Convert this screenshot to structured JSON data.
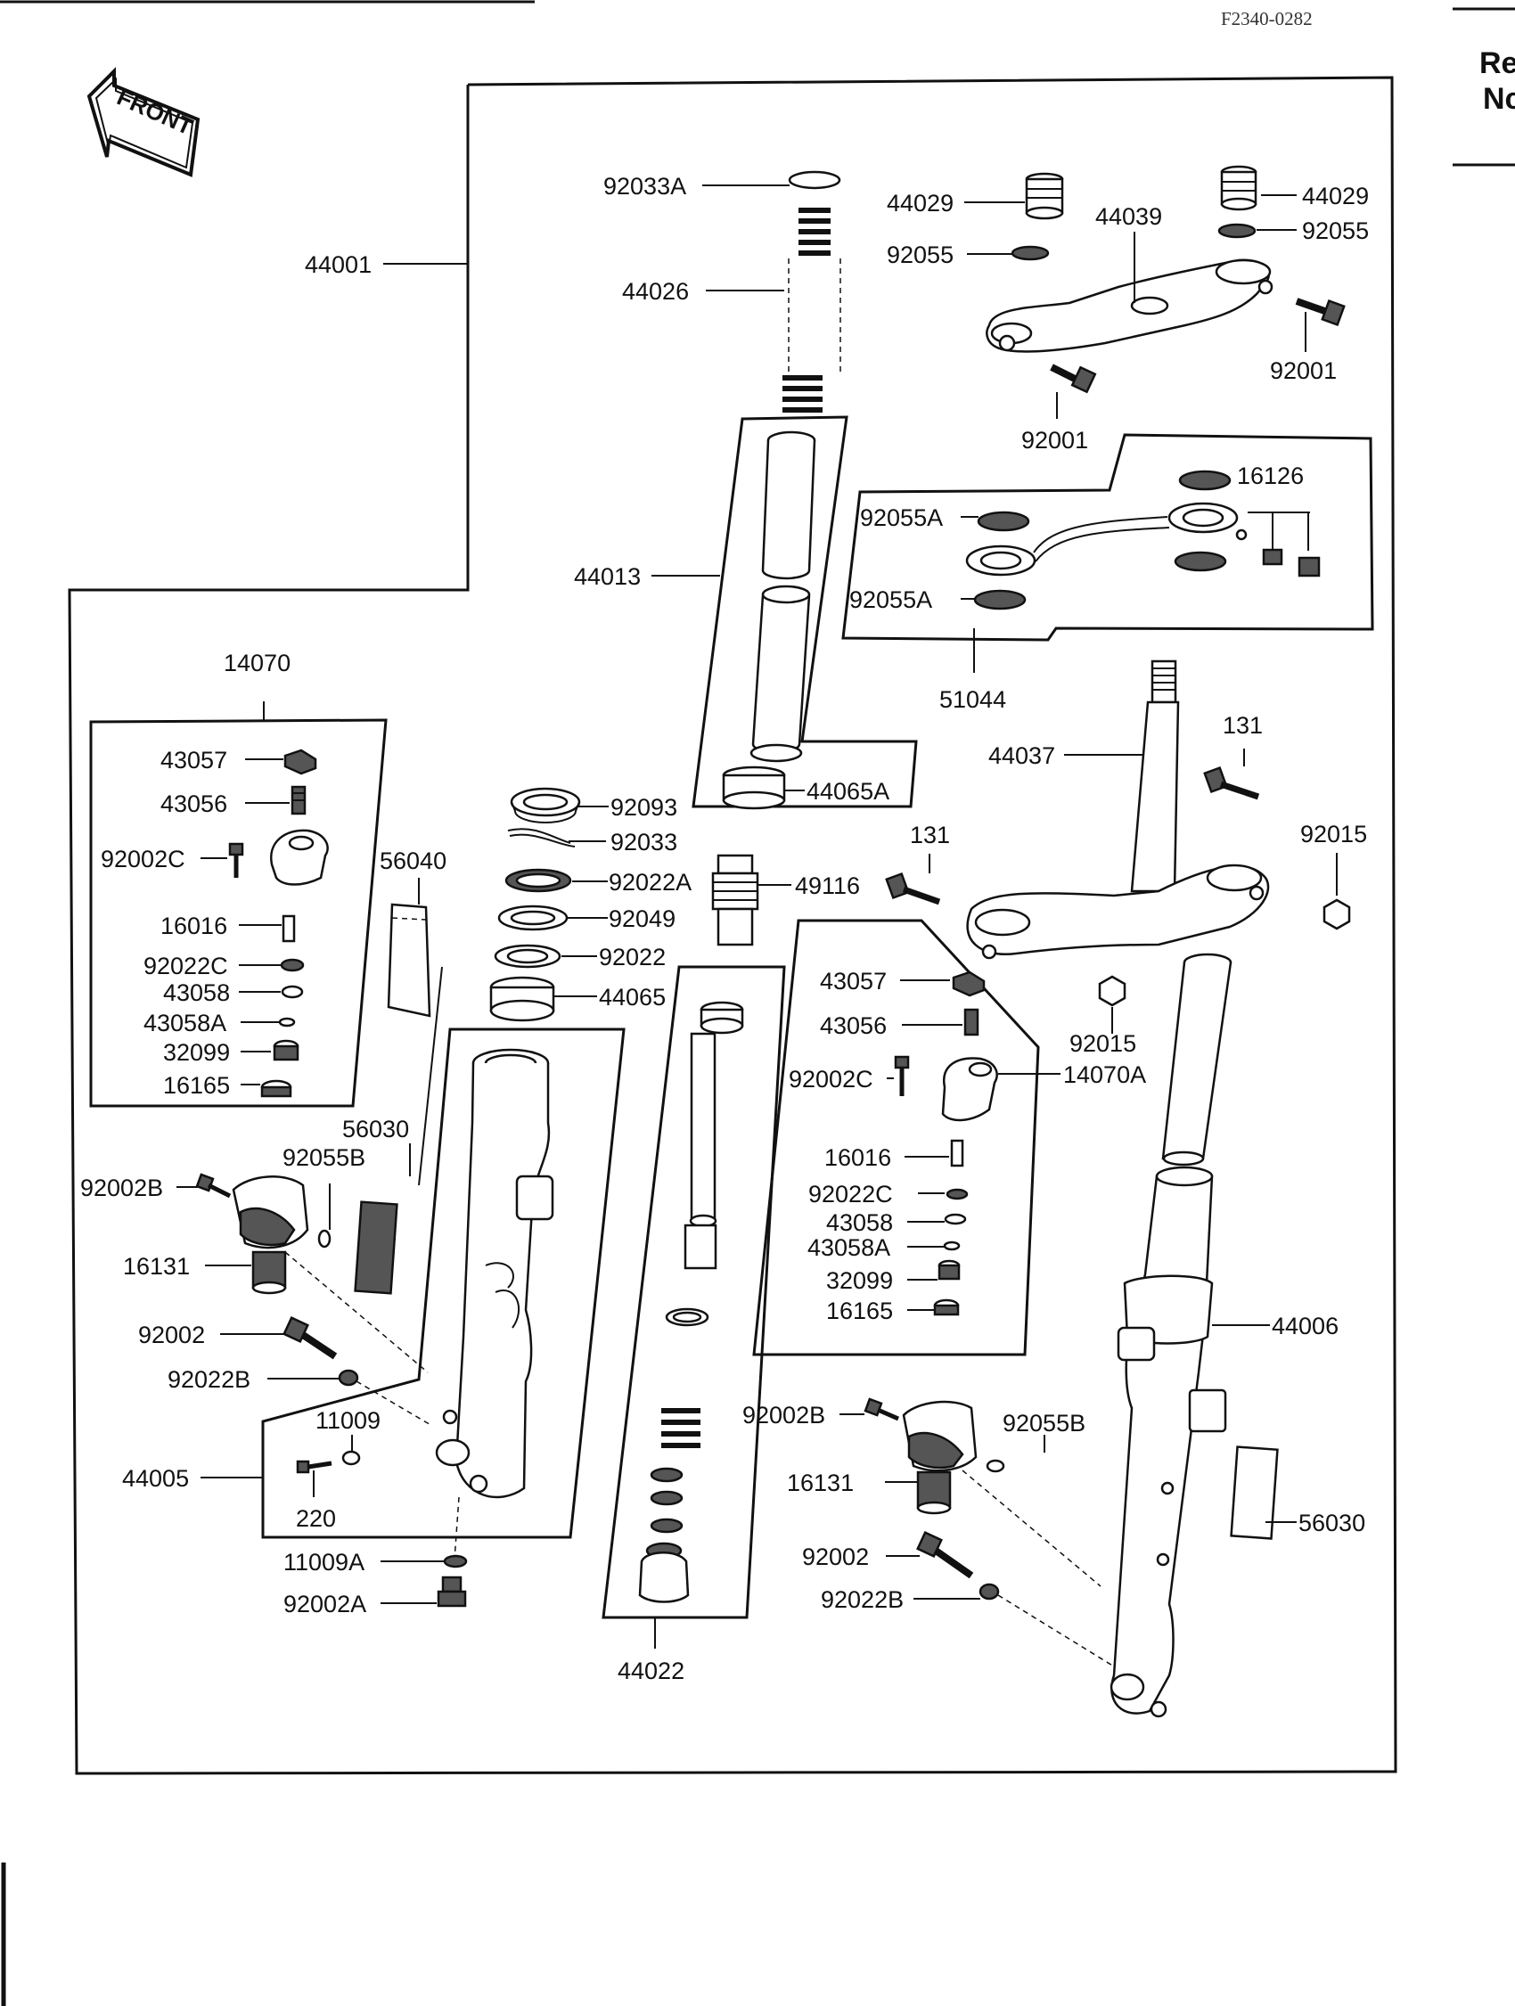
{
  "header": {
    "figure_code": "F2340-0282",
    "side_text_1": "Re",
    "side_text_2": "Nc",
    "front_arrow": "FRONT"
  },
  "labels": {
    "l_92033A": "92033A",
    "l_44029_left": "44029",
    "l_44029_right": "44029",
    "l_44039": "44039",
    "l_92055_left": "92055",
    "l_92055_right": "92055",
    "l_44001": "44001",
    "l_44026": "44026",
    "l_92001_right": "92001",
    "l_92001_bottom": "92001",
    "l_16126": "16126",
    "l_92055A_top": "92055A",
    "l_44013": "44013",
    "l_92055A_bottom": "92055A",
    "l_51044": "51044",
    "l_14070": "14070",
    "l_44037": "44037",
    "l_131_right": "131",
    "l_43057_left": "43057",
    "l_43056_left": "43056",
    "l_44065A": "44065A",
    "l_92093": "92093",
    "l_92033": "92033",
    "l_131_mid": "131",
    "l_92015_top": "92015",
    "l_92002C_left": "92002C",
    "l_56040": "56040",
    "l_92022A": "92022A",
    "l_49116": "49116",
    "l_16016_left": "16016",
    "l_92049": "92049",
    "l_92022C_left": "92022C",
    "l_92022": "92022",
    "l_43057_mid": "43057",
    "l_43058_left": "43058",
    "l_44065": "44065",
    "l_43058A_left": "43058A",
    "l_92015_bottom": "92015",
    "l_32099_left": "32099",
    "l_43056_mid": "43056",
    "l_16165_left": "16165",
    "l_92002C_mid": "92002C",
    "l_14070A": "14070A",
    "l_56030_left": "56030",
    "l_92055B_left": "92055B",
    "l_16016_mid": "16016",
    "l_92002B_left": "92002B",
    "l_92022C_mid": "92022C",
    "l_43058_mid": "43058",
    "l_43058A_mid": "43058A",
    "l_16131_left": "16131",
    "l_32099_mid": "32099",
    "l_16165_mid": "16165",
    "l_44006": "44006",
    "l_92002_left": "92002",
    "l_92022B_left": "92022B",
    "l_92002B_right": "92002B",
    "l_92055B_right": "92055B",
    "l_11009": "11009",
    "l_44005": "44005",
    "l_16131_right": "16131",
    "l_220": "220",
    "l_56030_right": "56030",
    "l_92002_right": "92002",
    "l_11009A": "11009A",
    "l_92022B_right": "92022B",
    "l_92002A": "92002A",
    "l_44022": "44022"
  },
  "colors": {
    "ink": "#111111",
    "paper": "#ffffff",
    "shade": "#555555"
  }
}
